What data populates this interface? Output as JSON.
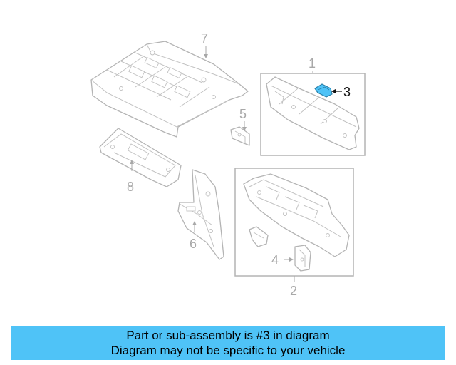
{
  "diagram": {
    "callouts": [
      {
        "id": "part-1",
        "label": "1"
      },
      {
        "id": "part-2",
        "label": "2"
      },
      {
        "id": "part-3",
        "label": "3",
        "highlighted": true
      },
      {
        "id": "part-4",
        "label": "4"
      },
      {
        "id": "part-5",
        "label": "5"
      },
      {
        "id": "part-6",
        "label": "6"
      },
      {
        "id": "part-7",
        "label": "7"
      },
      {
        "id": "part-8",
        "label": "8"
      }
    ],
    "highlight_color": "#4fc3f7",
    "line_color": "#b4b4b4"
  },
  "banner": {
    "line1": "Part or sub-assembly is #3 in diagram",
    "line2": "Diagram may not be specific to your vehicle",
    "background": "#4fc3f7"
  }
}
